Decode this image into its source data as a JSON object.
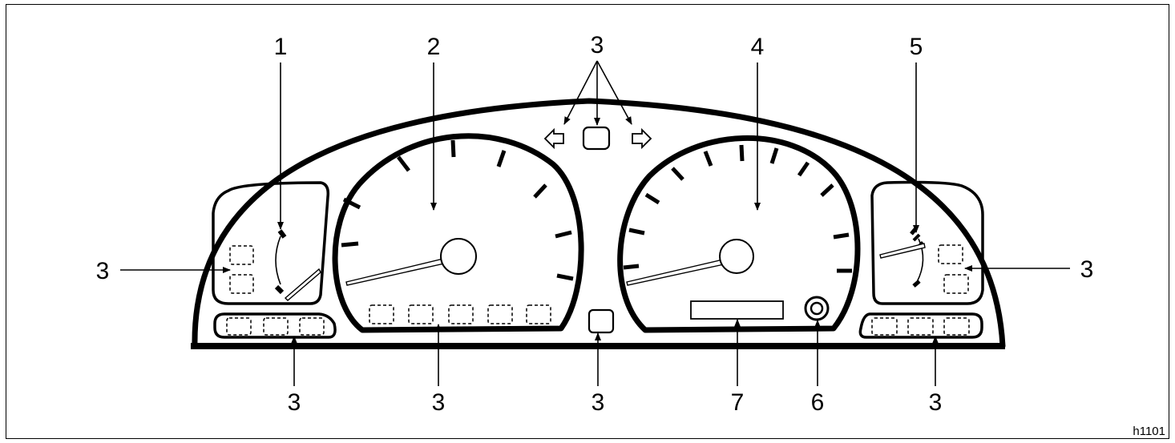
{
  "callouts": {
    "fuel_gauge": "1",
    "speedometer": "2",
    "warning_indicator": "3",
    "tachometer": "4",
    "temperature_gauge": "5",
    "trip_reset_knob": "6",
    "odometer_display": "7"
  },
  "figure_code": "h1101"
}
